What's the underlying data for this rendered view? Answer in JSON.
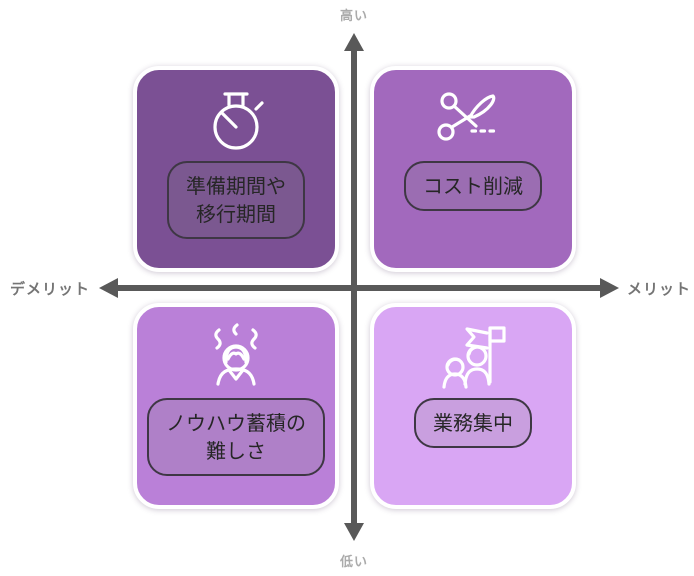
{
  "diagram": {
    "type": "quadrant-matrix",
    "axes": {
      "vertical": {
        "top_label": "高い",
        "bottom_label": "低い"
      },
      "horizontal": {
        "left_label": "デメリット",
        "right_label": "メリット"
      },
      "line_color": "#595959"
    },
    "quadrants": {
      "top_left": {
        "position": "high-demerit",
        "icon": "stopwatch-icon",
        "lines": [
          "準備期間や",
          "移行期間"
        ],
        "bg": "#7b5094"
      },
      "top_right": {
        "position": "high-merit",
        "icon": "scissors-cut-icon",
        "lines": [
          "コスト削減"
        ],
        "bg": "#a269bd"
      },
      "bottom_left": {
        "position": "low-demerit",
        "icon": "stressed-person-icon",
        "lines": [
          "ノウハウ蓄積の",
          "難しさ"
        ],
        "bg": "#ba80d8"
      },
      "bottom_right": {
        "position": "low-merit",
        "icon": "team-goal-flag-icon",
        "lines": [
          "業務集中"
        ],
        "bg": "#d9a6f4"
      }
    }
  }
}
